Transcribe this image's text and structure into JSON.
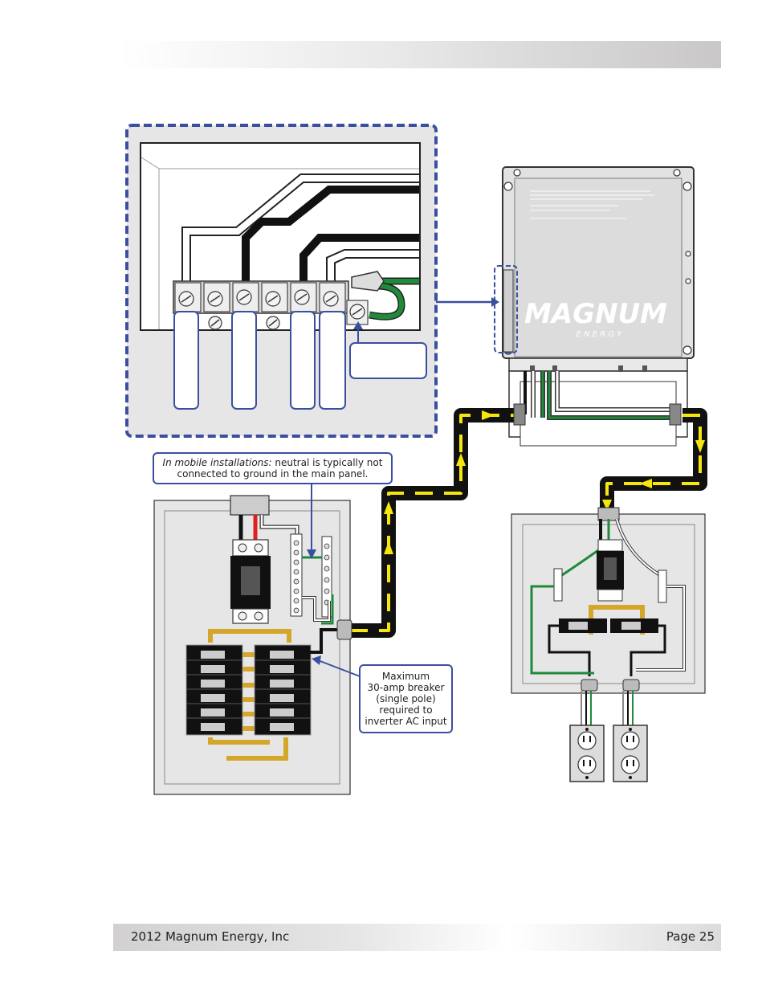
{
  "header": {},
  "callouts": {
    "mobile_prefix": "In mobile installations:",
    "mobile_text": " neutral is typically not connected to ground in the main panel.",
    "breaker_line1": "Maximum",
    "breaker_line2": "30-amp breaker",
    "breaker_line3": "(single pole)",
    "breaker_line4": "required to",
    "breaker_line5": "inverter AC input"
  },
  "inverter": {
    "logo": "MAGNUM",
    "logo_sub": "E N E R G Y"
  },
  "footer": {
    "left": "2012 Magnum Energy, Inc",
    "right": "Page 25"
  },
  "colors": {
    "panel_fill": "#e6e6e6",
    "callout_border": "#3b4fa0",
    "hot_wire": "#111111",
    "neutral_wire": "#ffffff",
    "ground_wire": "#1f8a3a",
    "busbar": "#d4a62a",
    "flow_arrow": "#f5e60e",
    "red_wire": "#e02020"
  }
}
